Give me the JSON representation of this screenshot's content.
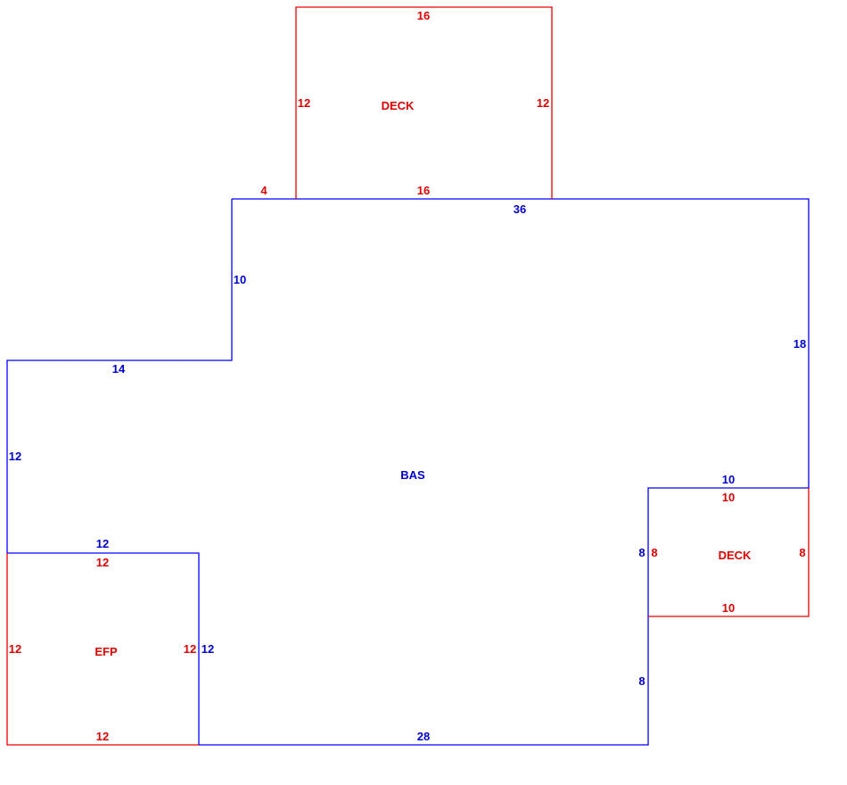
{
  "colors": {
    "main_area": "#0000ff",
    "attached_area": "#ee0000"
  },
  "areas": {
    "bas": {
      "label": "BAS"
    },
    "deck_top": {
      "label": "DECK"
    },
    "deck_right": {
      "label": "DECK"
    },
    "efp": {
      "label": "EFP"
    }
  },
  "dimensions": {
    "bas_top": "36",
    "bas_top_left_offset": "4",
    "bas_left_step": "10",
    "bas_step_horizontal": "14",
    "bas_right": "18",
    "bas_left": "12",
    "bas_efp_top": "12",
    "bas_efp_right": "12",
    "bas_bottom": "28",
    "bas_deck_left_upper": "8",
    "bas_deck_left_lower": "8",
    "bas_deck_top": "10",
    "deck_top_top": "16",
    "deck_top_bottom": "16",
    "deck_top_left": "12",
    "deck_top_right": "12",
    "deck_right_top": "10",
    "deck_right_bottom": "10",
    "deck_right_left": "8",
    "deck_right_right": "8",
    "efp_top": "12",
    "efp_bottom": "12",
    "efp_left": "12",
    "efp_right": "12"
  }
}
